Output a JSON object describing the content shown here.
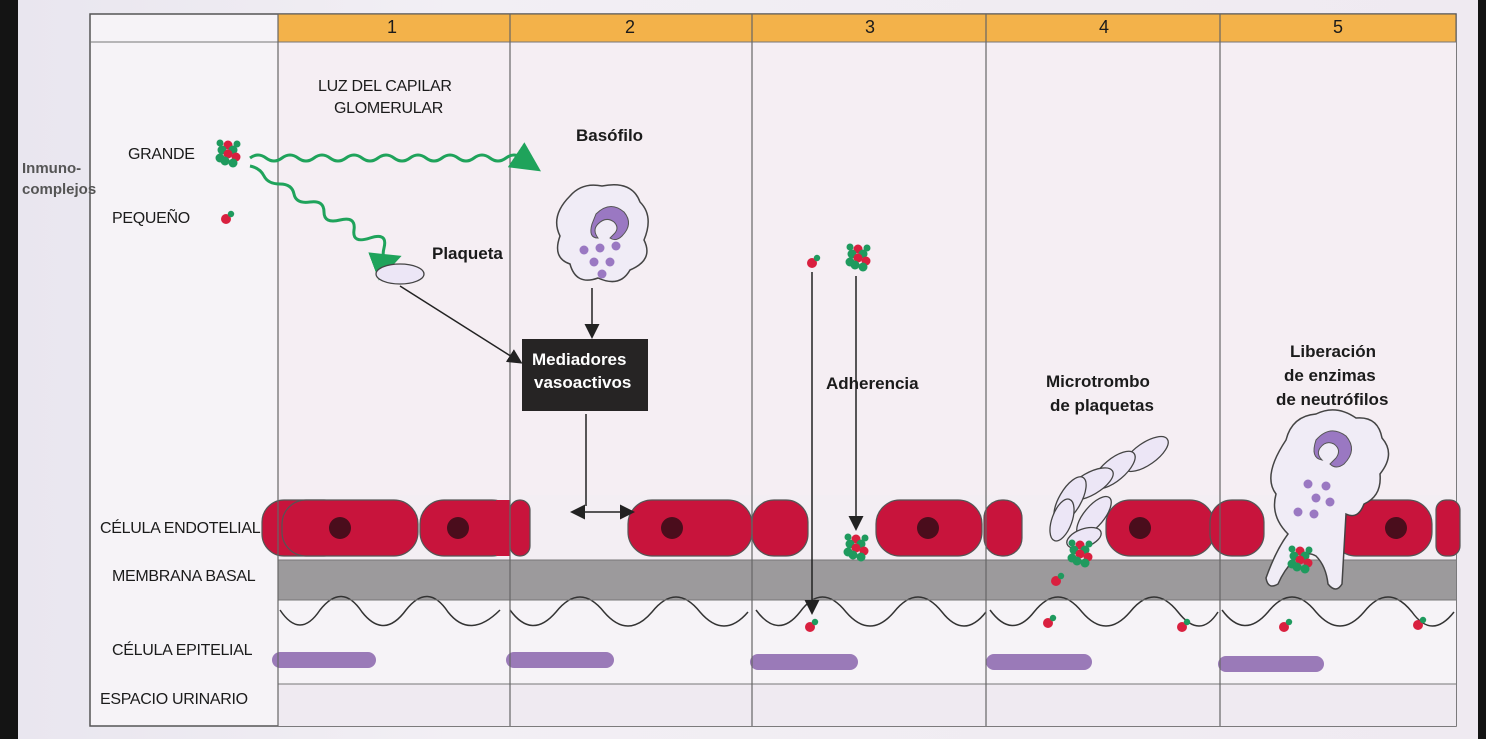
{
  "columns": [
    "1",
    "2",
    "3",
    "4",
    "5"
  ],
  "row_labels": {
    "lumen_line1": "LUZ DEL CAPILAR",
    "lumen_line2": "GLOMERULAR",
    "endothelial": "CÉLULA ENDOTELIAL",
    "basement": "MEMBRANA BASAL",
    "epithelial": "CÉLULA EPITELIAL",
    "urinary": "ESPACIO URINARIO"
  },
  "immune_complexes": {
    "label_line1": "Inmuno-",
    "label_line2": "complejos",
    "large": "GRANDE",
    "small": "PEQUEÑO"
  },
  "annotations": {
    "basophil": "Basófilo",
    "platelet": "Plaqueta",
    "mediators_line1": "Mediadores",
    "mediators_line2": "vasoactivos",
    "adherence": "Adherencia",
    "microthrombus_line1": "Microtrombo",
    "microthrombus_line2": "de plaquetas",
    "enzymes_line1": "Liberación",
    "enzymes_line2": "de enzimas",
    "enzymes_line3": "de neutrófilos"
  },
  "colors": {
    "header": "#f3b24a",
    "endothelial": "#c8143c",
    "nucleus": "#4a0d1c",
    "basement": "#9c9a9c",
    "epithelial_nucleus": "#9a7ab8",
    "arrow_green": "#1fa35b",
    "complex_green": "#1f9a5e",
    "complex_red": "#d9203f",
    "basophil": "#9a78c2"
  }
}
